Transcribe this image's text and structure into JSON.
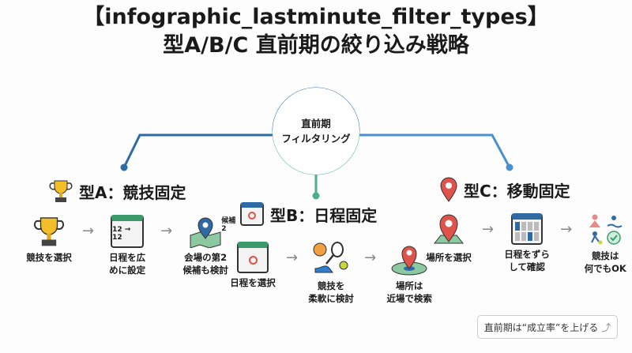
{
  "title": {
    "line1": "【infographic_lastminute_filter_types】",
    "line2": "型A/B/C 直前期の絞り込み戦略"
  },
  "hub": {
    "line1": "直前期",
    "line2": "フィルタリング"
  },
  "colors": {
    "blue": "#2e6aa3",
    "green": "#4bb08a",
    "light_blue": "#4a90d0",
    "pin_red": "#e0534a",
    "gold": "#f2bf2a"
  },
  "types": [
    {
      "heading": "型A：競技固定",
      "icon": "trophy-icon",
      "steps": [
        {
          "icon": "trophy-icon",
          "label": "競技を選択"
        },
        {
          "icon": "calendar-icon",
          "label": "日程を広\nめに設定",
          "icon_text": "12 → 12"
        },
        {
          "icon": "map-pin-icon",
          "label": "会場の第2\n候補も検討",
          "icon_text": "候補2"
        }
      ]
    },
    {
      "heading": "型B：日程固定",
      "icon": "calendar-icon",
      "steps": [
        {
          "icon": "calendar-icon",
          "label": "日程を選択"
        },
        {
          "icon": "sports-icon",
          "label": "競技を\n柔軟に検討"
        },
        {
          "icon": "location-area-icon",
          "label": "場所は\n近場で検索"
        }
      ]
    },
    {
      "heading": "型C：移動固定",
      "icon": "map-pin-icon",
      "steps": [
        {
          "icon": "map-pin-icon",
          "label": "場所を選択"
        },
        {
          "icon": "calendar-icon",
          "label": "日程をずら\nして確認"
        },
        {
          "icon": "sports-check-icon",
          "label": "競技は\n何でもOK"
        }
      ]
    }
  ],
  "arrow": "→",
  "note": "直前期は“成立率”を上げる"
}
